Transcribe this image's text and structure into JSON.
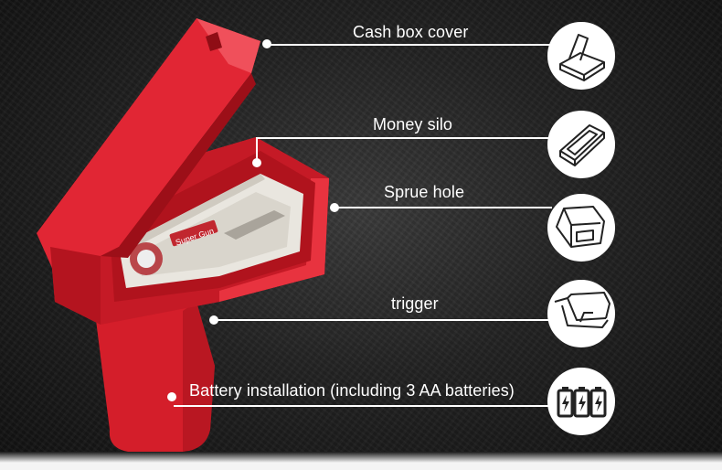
{
  "callouts": [
    {
      "label": "Cash box cover",
      "icon": "cash-box-cover-icon"
    },
    {
      "label": "Money silo",
      "icon": "money-silo-icon"
    },
    {
      "label": "Sprue hole",
      "icon": "sprue-hole-icon"
    },
    {
      "label": "trigger",
      "icon": "trigger-icon"
    },
    {
      "label": "Battery installation (including 3 AA batteries)",
      "icon": "battery-icon"
    }
  ],
  "product": {
    "banknote_text": "Super Gun"
  },
  "colors": {
    "gun_red": "#e0212e",
    "gun_dark_red": "#a3111b",
    "background": "#1c1c1c",
    "line": "#ffffff"
  }
}
